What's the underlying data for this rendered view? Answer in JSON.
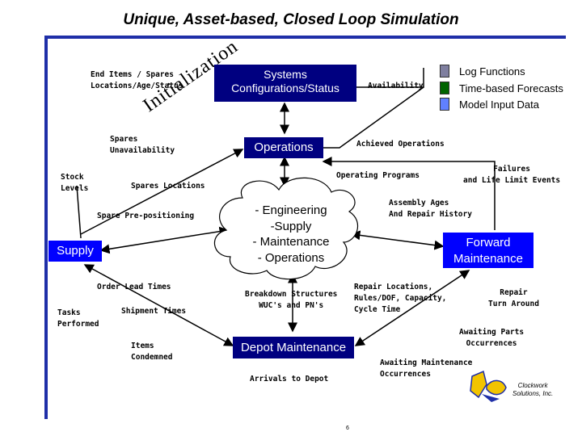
{
  "title": "Unique, Asset-based, Closed Loop Simulation",
  "initialization_word": "Initialization",
  "nodes": {
    "systems": "Systems Configurations/Status",
    "operations": "Operations",
    "engineering": [
      "- Engineering",
      "-Supply",
      "- Maintenance",
      "- Operations"
    ],
    "supply": "Supply",
    "forward_maintenance": "Forward Maintenance",
    "depot_maintenance": "Depot Maintenance"
  },
  "legend": {
    "items": [
      {
        "label": "Log Functions",
        "color": "#7f7f9f"
      },
      {
        "label": "Time-based Forecasts",
        "color": "#006400"
      },
      {
        "label": "Model Input Data",
        "color": "#6080ff"
      }
    ]
  },
  "labels": {
    "end_items_1": "End Items / Spares",
    "end_items_2": "Locations/Age/Status",
    "availability": "Availability",
    "achieved_operations": "Achieved Operations",
    "spares_unavailability_1": "Spares",
    "spares_unavailability_2": "Unavailability",
    "stock_levels_1": "Stock",
    "stock_levels_2": "Levels",
    "spares_locations": "Spares Locations",
    "operating_programs": "Operating Programs",
    "failures_1": "Failures",
    "failures_2": "and Life Limit Events",
    "spare_prepositioning": "Spare Pre-positioning",
    "assembly_ages_1": "Assembly Ages",
    "assembly_ages_2": "And Repair History",
    "order_lead_times": "Order Lead Times",
    "breakdown_1": "Breakdown Structures",
    "breakdown_2": "WUC's and PN's",
    "repair_locations_1": "Repair Locations,",
    "repair_locations_2": "Rules/DOF, Capacity,",
    "repair_locations_3": "Cycle Time",
    "repair_turn_1": "Repair",
    "repair_turn_2": "Turn Around",
    "tasks_1": "Tasks",
    "tasks_2": "Performed",
    "shipment_times": "Shipment Times",
    "items_condemned_1": "Items",
    "items_condemned_2": "Condemned",
    "awaiting_parts_1": "Awaiting Parts",
    "awaiting_parts_2": "Occurrences",
    "awaiting_maint_1": "Awaiting Maintenance",
    "awaiting_maint_2": "Occurrences",
    "arrivals_depot": "Arrivals to Depot"
  },
  "logo": {
    "line1": "Clockwork",
    "line2": "Solutions, Inc."
  },
  "page_number": "6"
}
